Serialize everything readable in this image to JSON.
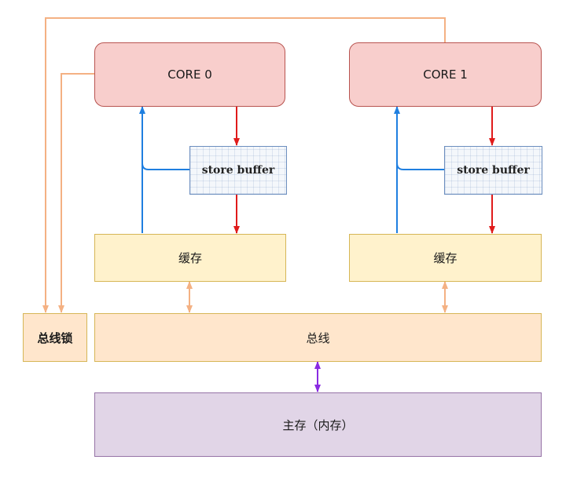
{
  "diagram": {
    "cores": [
      {
        "label": "CORE 0",
        "store_buffer": "store buffer",
        "cache": "缓存"
      },
      {
        "label": "CORE 1",
        "store_buffer": "store buffer",
        "cache": "缓存"
      }
    ],
    "bus_lock": "总线锁",
    "bus": "总线",
    "main_memory": "主存（内存）",
    "colors": {
      "core_fill": "#f8cecc",
      "cache_fill": "#fff2cc",
      "bus_fill": "#ffe6cc",
      "memory_fill": "#e1d5e7",
      "write_arrow": "#e01b1b",
      "read_arrow": "#1f7fe0",
      "bus_lock_wire": "#f4b183",
      "memory_arrow": "#8a2be2"
    }
  }
}
